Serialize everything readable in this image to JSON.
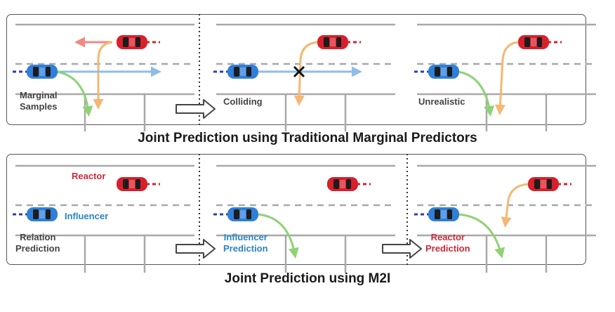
{
  "top_section": {
    "title": "Joint Prediction using Traditional Marginal Predictors",
    "scenes": [
      {
        "label_line1": "Marginal",
        "label_line2": "Samples"
      },
      {
        "label": "Colliding"
      },
      {
        "label": "Unrealistic"
      }
    ]
  },
  "bottom_section": {
    "title": "Joint Prediction using M2I",
    "reactor_label": "Reactor",
    "influencer_label": "Influencer",
    "scenes": [
      {
        "label_line1": "Relation",
        "label_line2": "Prediction"
      },
      {
        "label_line1": "Influencer",
        "label_line2": "Prediction"
      },
      {
        "label_line1": "Reactor",
        "label_line2": "Prediction"
      }
    ]
  },
  "colors": {
    "reactor_car": "#d8202c",
    "influencer_car": "#2f7fd9",
    "blue_trajectory": "#8fbde6",
    "orange_trajectory": "#f5b772",
    "green_trajectory": "#8fd274",
    "salmon_trajectory": "#f08a80",
    "road_line": "#a8a8a8"
  }
}
